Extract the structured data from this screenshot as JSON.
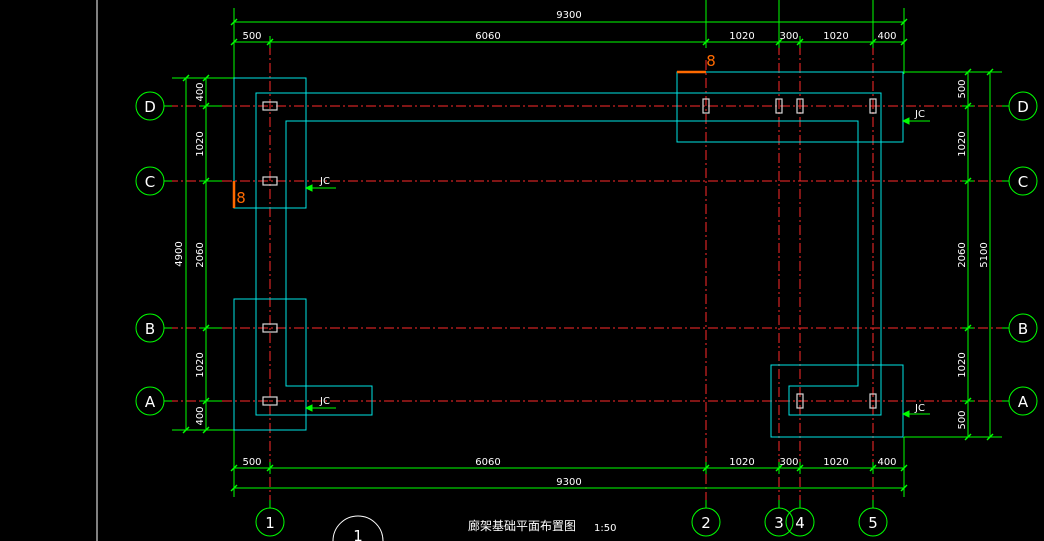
{
  "drawing": {
    "title": "廊架基础平面布置图",
    "scale": "1:50",
    "partial_bubble": "1",
    "section_mark": "8",
    "jc_label": "JC"
  },
  "grid_labels": {
    "v1": "1",
    "v2": "2",
    "v3": "3",
    "v4": "4",
    "v5": "5",
    "hA": "A",
    "hB": "B",
    "hC": "C",
    "hD": "D"
  },
  "dims": {
    "top_total": "9300",
    "top_segments": [
      "500",
      "6060",
      "1020",
      "300",
      "1020",
      "400"
    ],
    "bottom_segments": [
      "500",
      "6060",
      "1020",
      "300",
      "1020",
      "400"
    ],
    "bottom_total": "9300",
    "left_segments": [
      "400",
      "1020",
      "2060",
      "1020",
      "400"
    ],
    "left_total": "4900",
    "right_segments": [
      "500",
      "1020",
      "2060",
      "1020",
      "500"
    ],
    "right_total": "5100"
  },
  "colors": {
    "background": "#000000",
    "grid_axis": "#ff2a2a",
    "dimension": "#00ff00",
    "outline": "#00e5e5",
    "column": "#d8d8d8",
    "mark": "#ff6a00",
    "text": "#ffffff"
  }
}
